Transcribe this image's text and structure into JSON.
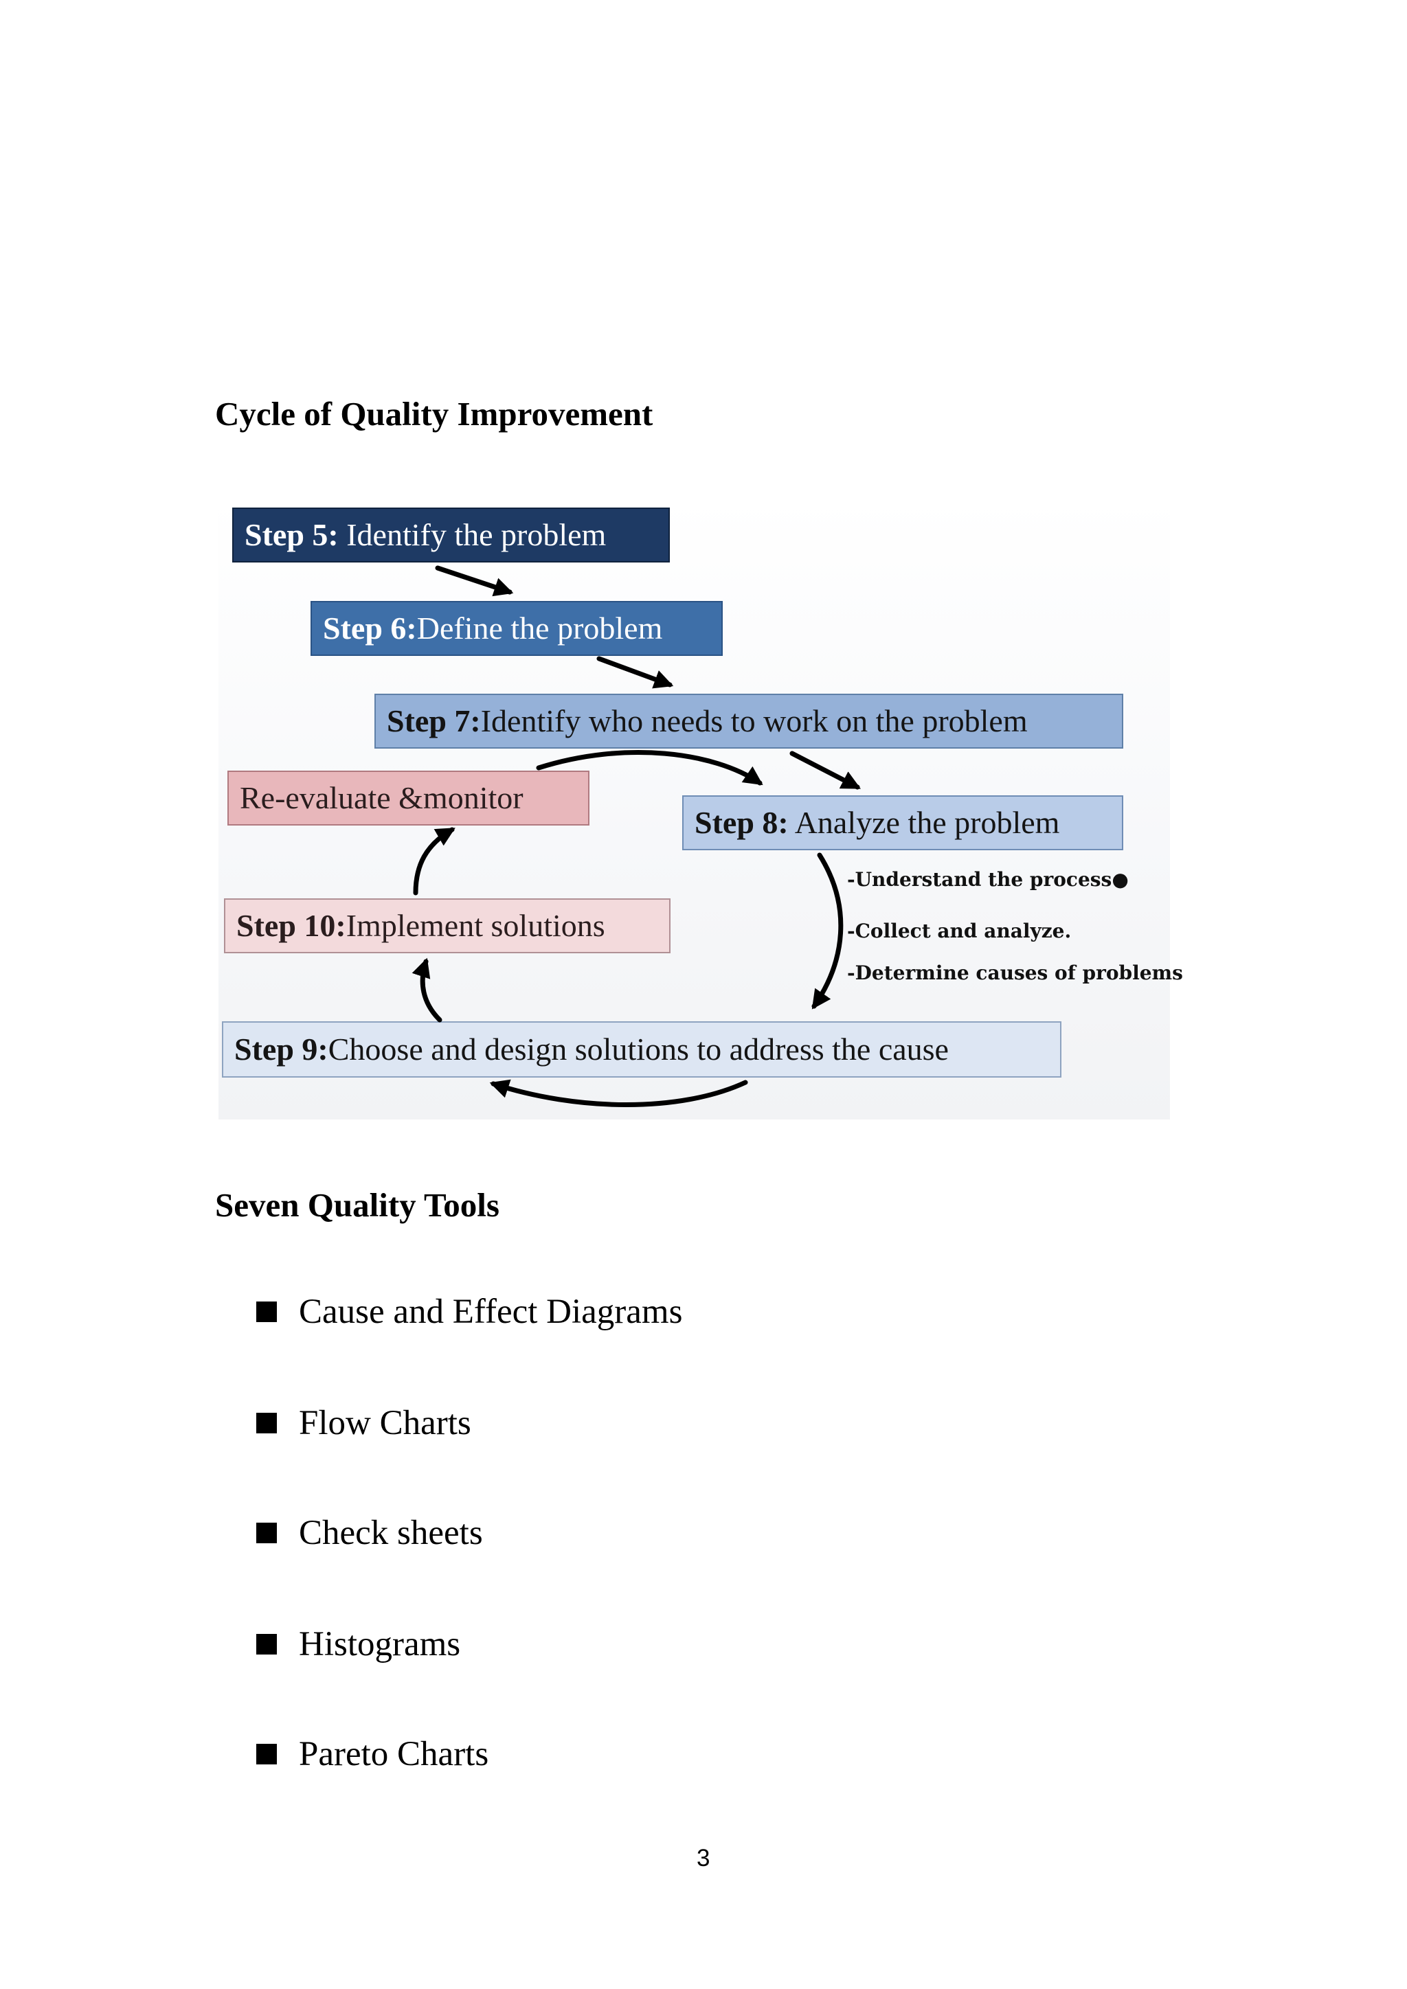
{
  "headings": {
    "cycle": "Cycle of Quality  Improvement",
    "tools": "Seven Quality  Tools"
  },
  "diagram": {
    "step5": {
      "label": "Step 5:",
      "text": " Identify the problem"
    },
    "step6": {
      "label": "Step 6:",
      "text": "Define the problem"
    },
    "step7": {
      "label": "Step 7:",
      "text": "Identify who needs to work on the problem"
    },
    "step8": {
      "label": "Step 8:",
      "text": " Analyze the problem"
    },
    "reevaluate": {
      "text": "Re-evaluate &monitor"
    },
    "step10": {
      "label": "Step 10:",
      "text": "Implement solutions"
    },
    "step9": {
      "label": "Step 9:",
      "text": "Choose and design solutions to address the cause"
    },
    "notes": [
      "-Understand the process●",
      "-Collect and analyze.",
      "-Determine causes of problems"
    ],
    "colors": {
      "step5": "#1e3a64",
      "step6": "#3e6fa8",
      "step7": "#95b1d8",
      "step8": "#b9cce8",
      "reevaluate": "#e8b7bb",
      "step10": "#f3dadc",
      "step9": "#dde6f3"
    }
  },
  "tools": [
    "Cause and Effect Diagrams",
    "Flow Charts",
    "Check sheets",
    "Histograms",
    "Pareto Charts"
  ],
  "page_number": "3"
}
